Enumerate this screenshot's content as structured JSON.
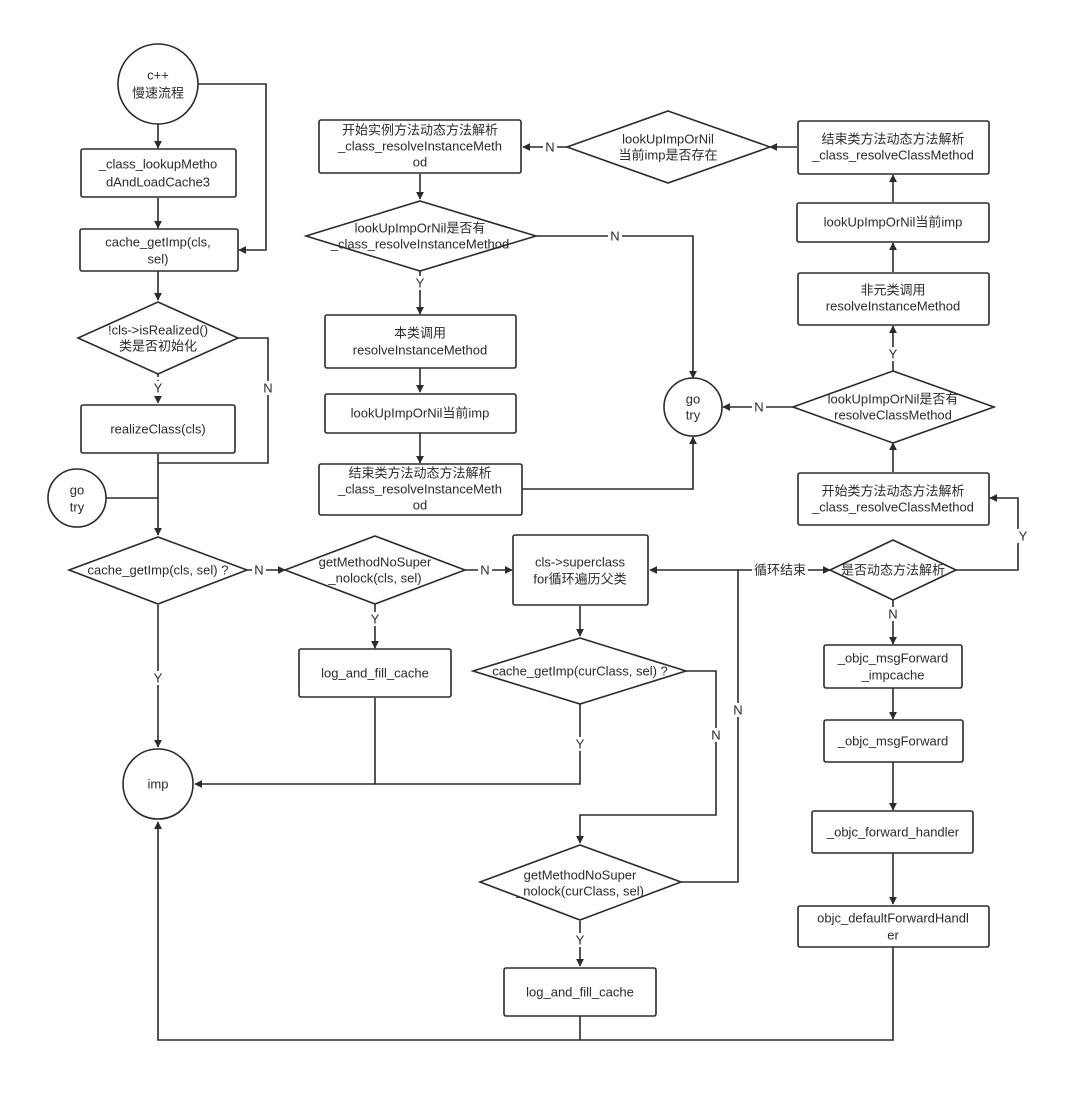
{
  "nodes": [
    {
      "id": "c-slow",
      "lines": [
        "c++",
        "慢速流程"
      ]
    },
    {
      "id": "lookup-cache3",
      "lines": [
        "_class_lookupMetho",
        "dAndLoadCache3"
      ]
    },
    {
      "id": "cache-getimp-1",
      "lines": [
        "cache_getImp(cls,",
        "sel)"
      ]
    },
    {
      "id": "is-realized",
      "lines": [
        "!cls->isRealized()",
        "类是否初始化"
      ]
    },
    {
      "id": "realize-class",
      "lines": [
        "realizeClass(cls)"
      ]
    },
    {
      "id": "go-try-left",
      "lines": [
        "go",
        "try"
      ]
    },
    {
      "id": "cache-getimp-2",
      "lines": [
        "cache_getImp(cls, sel) ?"
      ]
    },
    {
      "id": "get-method-nosuper-1",
      "lines": [
        "getMethodNoSuper",
        "_nolock(cls, sel)"
      ]
    },
    {
      "id": "log-fill-1",
      "lines": [
        "log_and_fill_cache"
      ]
    },
    {
      "id": "imp",
      "lines": [
        "imp"
      ]
    },
    {
      "id": "superclass-loop",
      "lines": [
        "cls->superclass",
        "for循环遍历父类"
      ]
    },
    {
      "id": "cache-getimp-cur",
      "lines": [
        "cache_getImp(curClass, sel) ?"
      ]
    },
    {
      "id": "get-method-nosuper-cur",
      "lines": [
        "getMethodNoSuper",
        "_nolock(curClass, sel)"
      ]
    },
    {
      "id": "log-fill-2",
      "lines": [
        "log_and_fill_cache"
      ]
    },
    {
      "id": "start-instance-resolve",
      "lines": [
        "开始实例方法动态方法解析",
        "_class_resolveInstanceMeth",
        "od"
      ]
    },
    {
      "id": "lookup-instance-q",
      "lines": [
        "lookUpImpOrNil是否有",
        "_class_resolveInstanceMethod"
      ]
    },
    {
      "id": "call-instance-resolve",
      "lines": [
        "本类调用",
        "resolveInstanceMethod"
      ]
    },
    {
      "id": "lookup-current-1",
      "lines": [
        "lookUpImpOrNil当前imp"
      ]
    },
    {
      "id": "end-instance-resolve",
      "lines": [
        "结束类方法动态方法解析",
        "_class_resolveInstanceMeth",
        "od"
      ]
    },
    {
      "id": "go-try-mid",
      "lines": [
        "go",
        "try"
      ]
    },
    {
      "id": "lookup-exists-q",
      "lines": [
        "lookUpImpOrNil",
        "当前imp是否存在"
      ]
    },
    {
      "id": "end-class-resolve",
      "lines": [
        "结束类方法动态方法解析",
        "_class_resolveClassMethod"
      ]
    },
    {
      "id": "lookup-current-2",
      "lines": [
        "lookUpImpOrNil当前imp"
      ]
    },
    {
      "id": "nonmeta-call",
      "lines": [
        "非元类调用",
        "resolveInstanceMethod"
      ]
    },
    {
      "id": "lookup-class-q",
      "lines": [
        "lookUpImpOrNil是否有",
        "resolveClassMethod"
      ]
    },
    {
      "id": "start-class-resolve",
      "lines": [
        "开始类方法动态方法解析",
        "_class_resolveClassMethod"
      ]
    },
    {
      "id": "dynamic-resolve-q",
      "lines": [
        "是否动态方法解析"
      ]
    },
    {
      "id": "msgforward-impcache",
      "lines": [
        "_objc_msgForward",
        "_impcache"
      ]
    },
    {
      "id": "msgforward",
      "lines": [
        "_objc_msgForward"
      ]
    },
    {
      "id": "forward-handler",
      "lines": [
        "_objc_forward_handler"
      ]
    },
    {
      "id": "default-forward-handler",
      "lines": [
        "objc_defaultForwardHandl",
        "er"
      ]
    }
  ],
  "edge_labels": [
    {
      "id": "lbl-realized-y",
      "text": "Y"
    },
    {
      "id": "lbl-realized-n",
      "text": "N"
    },
    {
      "id": "lbl-cache2-n",
      "text": "N"
    },
    {
      "id": "lbl-cache2-y",
      "text": "Y"
    },
    {
      "id": "lbl-gm1-n",
      "text": "N"
    },
    {
      "id": "lbl-gm1-y",
      "text": "Y"
    },
    {
      "id": "lbl-cachecur-y",
      "text": "Y"
    },
    {
      "id": "lbl-cachecur-n",
      "text": "N"
    },
    {
      "id": "lbl-gmcur-y",
      "text": "Y"
    },
    {
      "id": "lbl-gmcur-n",
      "text": "N"
    },
    {
      "id": "lbl-loop-end",
      "text": "循环结束"
    },
    {
      "id": "lbl-dyn-y",
      "text": "Y"
    },
    {
      "id": "lbl-dyn-n",
      "text": "N"
    },
    {
      "id": "lbl-class-q-y",
      "text": "Y"
    },
    {
      "id": "lbl-class-q-n",
      "text": "N"
    },
    {
      "id": "lbl-exists-n",
      "text": "N"
    },
    {
      "id": "lbl-inst-q-y",
      "text": "Y"
    },
    {
      "id": "lbl-inst-q-n",
      "text": "N"
    }
  ]
}
